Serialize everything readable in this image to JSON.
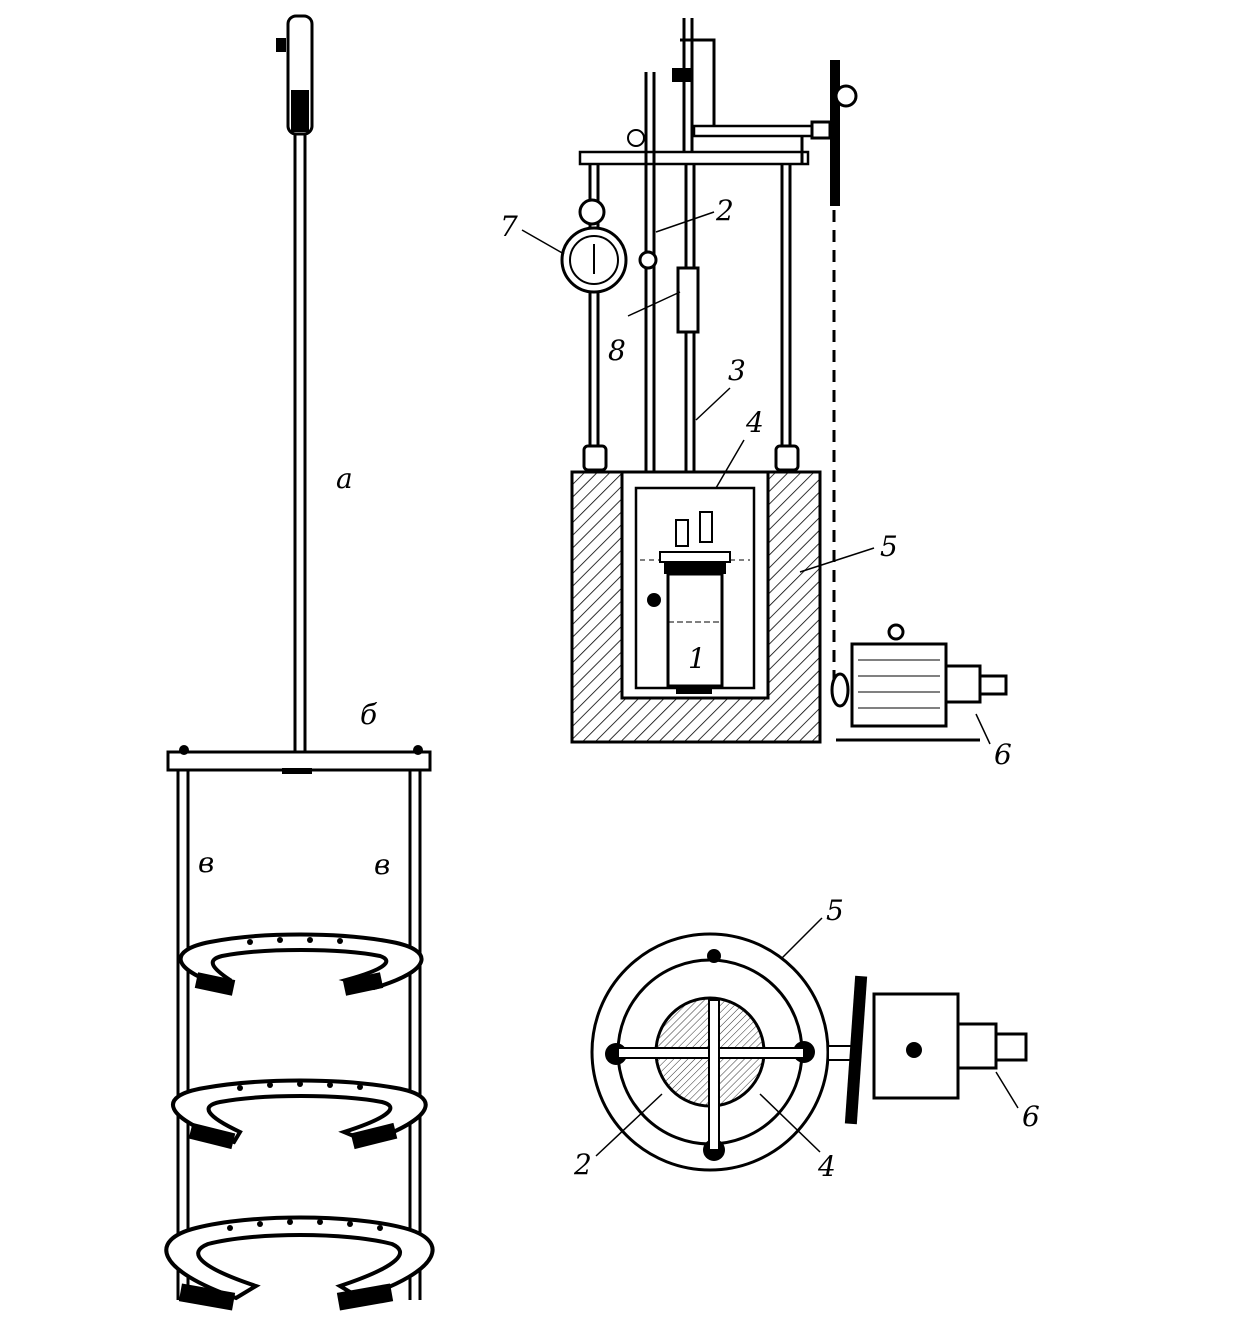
{
  "stirrer_labels": {
    "shaft": "а",
    "crossbar": "б",
    "rod_left": "в",
    "rod_right": "в"
  },
  "apparatus_labels": {
    "vessel": "1",
    "shaft": "2",
    "stirrer_rod": "3",
    "inner_bath": "4",
    "outer_casing": "5",
    "motor": "6",
    "gauge": "7",
    "fitting": "8"
  },
  "top_view_labels": {
    "outer_casing": "5",
    "shaft": "2",
    "inner_bath": "4",
    "motor": "6"
  },
  "colors": {
    "ink": "#000000",
    "paper": "#ffffff"
  }
}
